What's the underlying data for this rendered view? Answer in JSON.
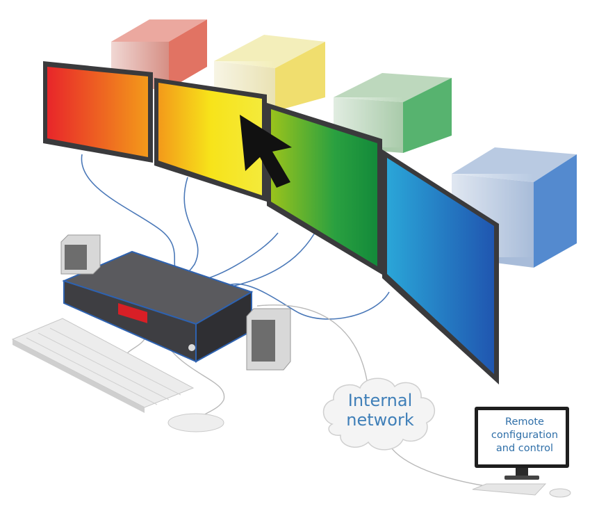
{
  "cloud": {
    "line1": "Internal",
    "line2": "network"
  },
  "remote": {
    "line1": "Remote",
    "line2": "configuration",
    "line3": "and control"
  },
  "colors": {
    "red": "#e8262a",
    "orange": "#f39a1a",
    "yellow": "#f7e31a",
    "green": "#1b9a3e",
    "blue": "#1f6fc1",
    "cable": "#4a78b8",
    "label": "#3f7fb8",
    "device": "#4a4a4e"
  }
}
